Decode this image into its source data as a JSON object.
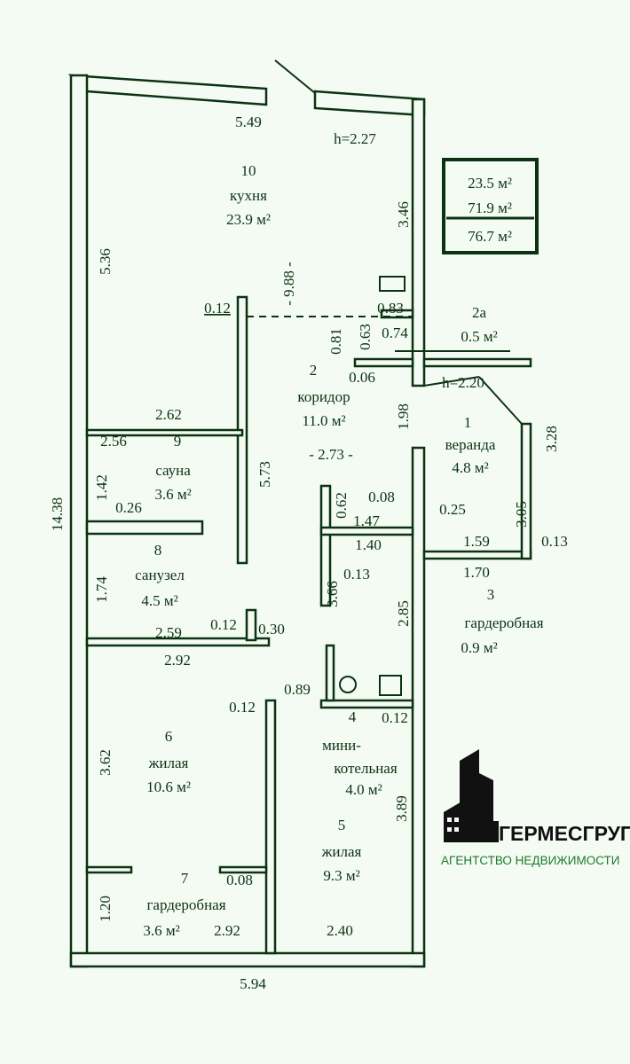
{
  "summary": {
    "living_area": "23.5 м²",
    "total_area": "71.9 м²",
    "area_with_veranda": "76.7 м²"
  },
  "heights": {
    "main": "h=2.27",
    "veranda": "h=2.20"
  },
  "rooms": [
    {
      "number": "10",
      "name": "кухня",
      "area": "23.9 м²"
    },
    {
      "number": "2",
      "name": "коридор",
      "area": "11.0 м²"
    },
    {
      "number": "2а",
      "name": "",
      "area": "0.5 м²"
    },
    {
      "number": "1",
      "name": "веранда",
      "area": "4.8 м²"
    },
    {
      "number": "9",
      "name": "сауна",
      "area": "3.6 м²"
    },
    {
      "number": "8",
      "name": "санузел",
      "area": "4.5 м²"
    },
    {
      "number": "3",
      "name": "гардеробная",
      "area": "0.9 м²"
    },
    {
      "number": "4",
      "name": "мини-",
      "name2": "котельная",
      "area": "4.0 м²"
    },
    {
      "number": "6",
      "name": "жилая",
      "area": "10.6 м²"
    },
    {
      "number": "5",
      "name": "жилая",
      "area": "9.3 м²"
    },
    {
      "number": "7",
      "name": "гардеробная",
      "area": "3.6 м²"
    }
  ],
  "dimensions": [
    "5.49",
    "3.46",
    "5.36",
    "- 9.88 -",
    "0.12",
    "0.83",
    "0.81",
    "0.63",
    "0.74",
    "0.06",
    "1.98",
    "3.28",
    "2.62",
    "2.56",
    "5.73",
    "- 2.73 -",
    "1.42",
    "0.26",
    "0.62",
    "0.08",
    "1.47",
    "1.40",
    "0.25",
    "3.05",
    "1.59",
    "0.13",
    "14.38",
    "1.74",
    "3.66",
    "0.13",
    "1.70",
    "2.85",
    "0.12",
    "0.30",
    "2.59",
    "2.92",
    "0.89",
    "0.12",
    "0.12",
    "3.62",
    "3.89",
    "0.08",
    "1.20",
    "2.92",
    "2.40",
    "5.94"
  ],
  "logo": {
    "name": "ГЕРМЕСГРУПП",
    "tagline": "АГЕНТСТВО НЕДВИЖИМОСТИ"
  }
}
